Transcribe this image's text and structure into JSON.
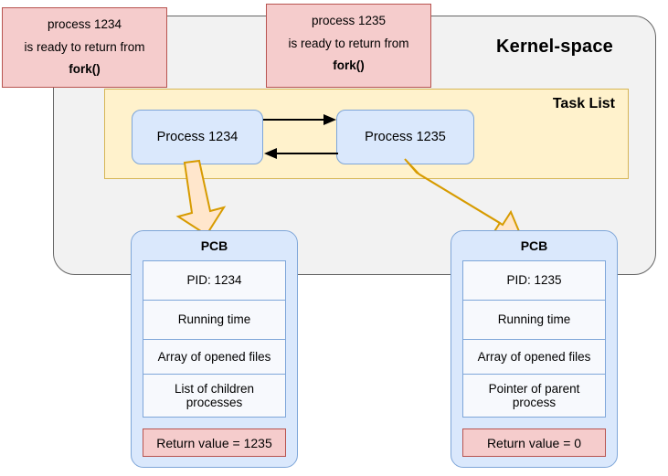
{
  "diagram": {
    "kernel_space": {
      "title": "Kernel-space"
    },
    "task_list": {
      "title": "Task List",
      "processes": [
        {
          "label": "Process 1234"
        },
        {
          "label": "Process 1235"
        }
      ]
    },
    "callouts": [
      {
        "line1": "process 1234",
        "line2": "is ready to return from",
        "line3": "fork()"
      },
      {
        "line1": "process 1235",
        "line2": "is ready to return from",
        "line3": "fork()"
      }
    ],
    "pcbs": [
      {
        "title": "PCB",
        "fields": [
          "PID: 1234",
          "Running time",
          "Array of opened files",
          "List of children processes"
        ],
        "return_value": "Return value = 1235"
      },
      {
        "title": "PCB",
        "fields": [
          "PID: 1235",
          "Running time",
          "Array of opened files",
          "Pointer of parent process"
        ],
        "return_value": "Return value = 0"
      }
    ],
    "arrows": [
      {
        "name": "process-1234-to-1235-arrow",
        "direction": "right"
      },
      {
        "name": "process-1235-to-1234-arrow",
        "direction": "left"
      },
      {
        "name": "process-1234-to-pcb-left-arrow",
        "direction": "down"
      },
      {
        "name": "process-1235-to-pcb-right-arrow",
        "direction": "down-right"
      }
    ],
    "colors": {
      "kernel_fill": "#f2f2f2",
      "kernel_stroke": "#666666",
      "task_list_fill": "#fff2cc",
      "task_list_stroke": "#d6b656",
      "process_fill": "#dae8fc",
      "process_stroke": "#7ea6d9",
      "callout_fill": "#f5cccc",
      "callout_stroke": "#b85450",
      "block_arrow_fill": "#ffe6cc",
      "block_arrow_stroke": "#d79b00",
      "pcb_field_fill": "#f7f9fd"
    }
  }
}
